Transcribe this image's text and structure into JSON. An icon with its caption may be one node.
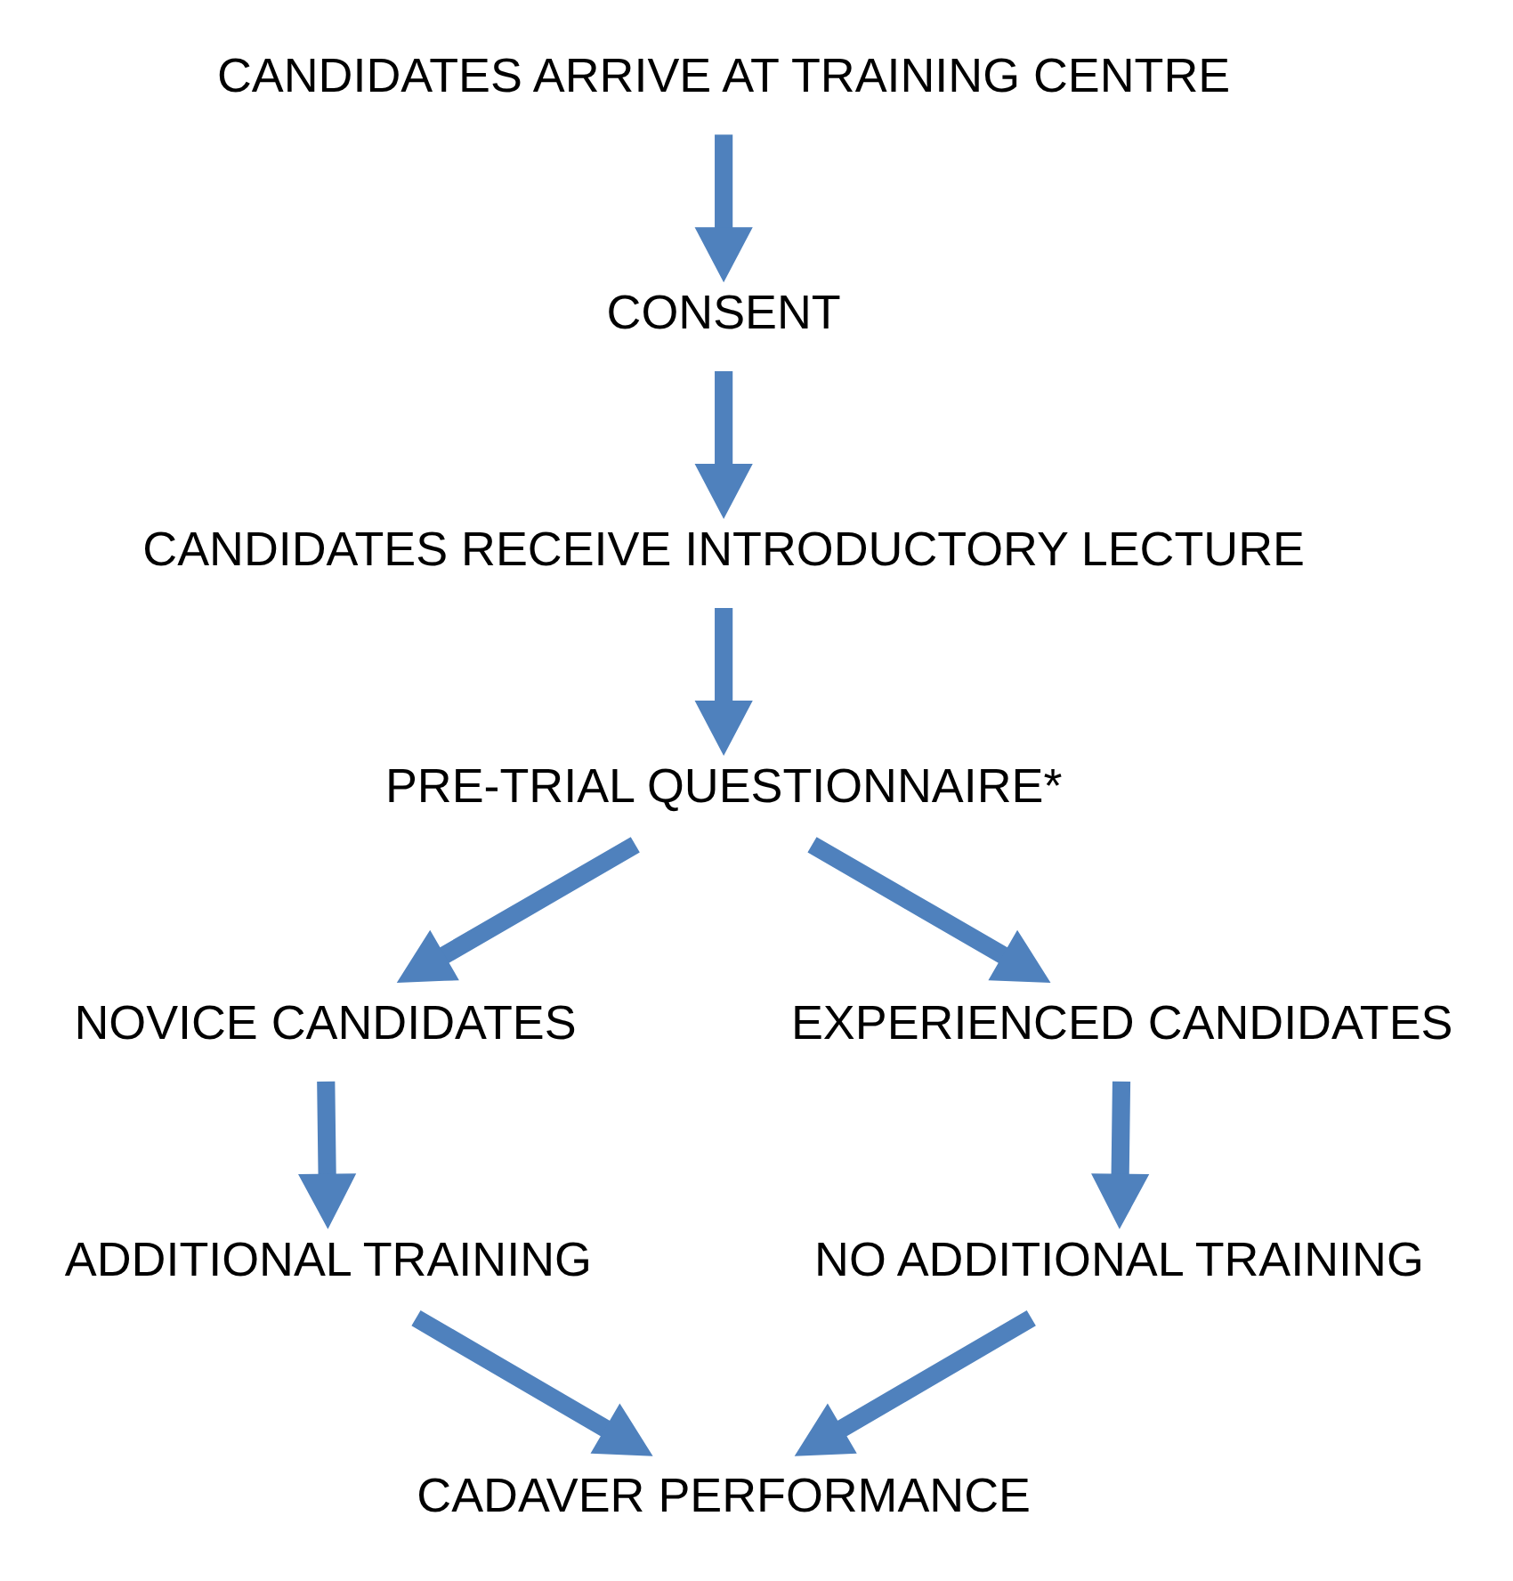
{
  "diagram": {
    "nodes": [
      {
        "text": [
          "CANDIDATES ARRIVE AT TRAINING CENTRE"
        ]
      },
      {
        "text": [
          "CONSENT"
        ]
      },
      {
        "text": [
          "CANDIDATES RECEIVE INTRODUCTORY LECTURE"
        ]
      },
      {
        "text": [
          "PRE-TRIAL QUESTIONNAIRE*"
        ]
      },
      {
        "text": [
          "NOVICE CANDIDATES"
        ]
      },
      {
        "text": [
          "EXPERIENCED CANDIDATES"
        ]
      },
      {
        "text": [
          "ADDITIONAL TRAINING"
        ]
      },
      {
        "text": [
          "NO ADDITIONAL TRAINING"
        ]
      },
      {
        "text": [
          "CADAVER PERFORMANCE"
        ]
      }
    ],
    "edges": [
      {
        "from": 0,
        "to": 1,
        "arrow": "to"
      },
      {
        "from": 1,
        "to": 2,
        "arrow": "to"
      },
      {
        "from": 2,
        "to": 3,
        "arrow": "to"
      },
      {
        "from": 3,
        "to": 4,
        "arrow": "to"
      },
      {
        "from": 3,
        "to": 5,
        "arrow": "to"
      },
      {
        "from": 4,
        "to": 6,
        "arrow": "to"
      },
      {
        "from": 5,
        "to": 7,
        "arrow": "to"
      },
      {
        "from": 6,
        "to": 8,
        "arrow": "to"
      },
      {
        "from": 7,
        "to": 8,
        "arrow": "to"
      }
    ]
  }
}
